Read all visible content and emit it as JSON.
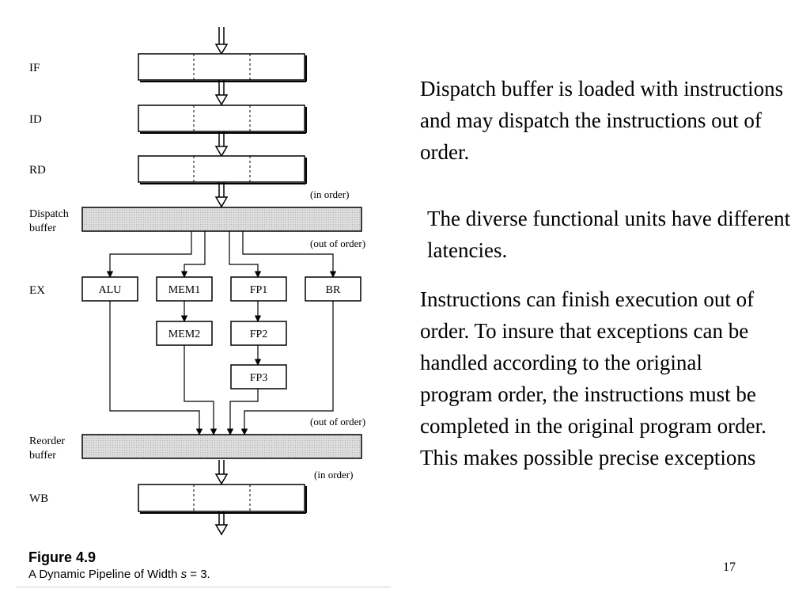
{
  "figure": {
    "title": "Figure 4.9",
    "caption_prefix": "A Dynamic Pipeline of Width ",
    "caption_var": "s",
    "caption_suffix": " = 3.",
    "stages": {
      "if": "IF",
      "id": "ID",
      "rd": "RD",
      "dispatch_line1": "Dispatch",
      "dispatch_line2": "buffer",
      "ex": "EX",
      "reorder_line1": "Reorder",
      "reorder_line2": "buffer",
      "wb": "WB"
    },
    "units": {
      "alu": "ALU",
      "mem1": "MEM1",
      "mem2": "MEM2",
      "fp1": "FP1",
      "fp2": "FP2",
      "fp3": "FP3",
      "br": "BR"
    },
    "annotations": {
      "in_order_top": "(in order)",
      "out_of_order_dispatch": "(out of order)",
      "out_of_order_reorder": "(out of order)",
      "in_order_bottom": "(in order)"
    }
  },
  "text": {
    "para1": "Dispatch buffer is loaded with instructions and may dispatch the instructions out of order.",
    "para2": "The diverse functional units have different latencies.",
    "para3": "Instructions can finish execution out of order. To insure that exceptions can be handled according to the original program order, the instructions must be completed in the original program order. This makes possible precise exceptions"
  },
  "slide_number": "17"
}
